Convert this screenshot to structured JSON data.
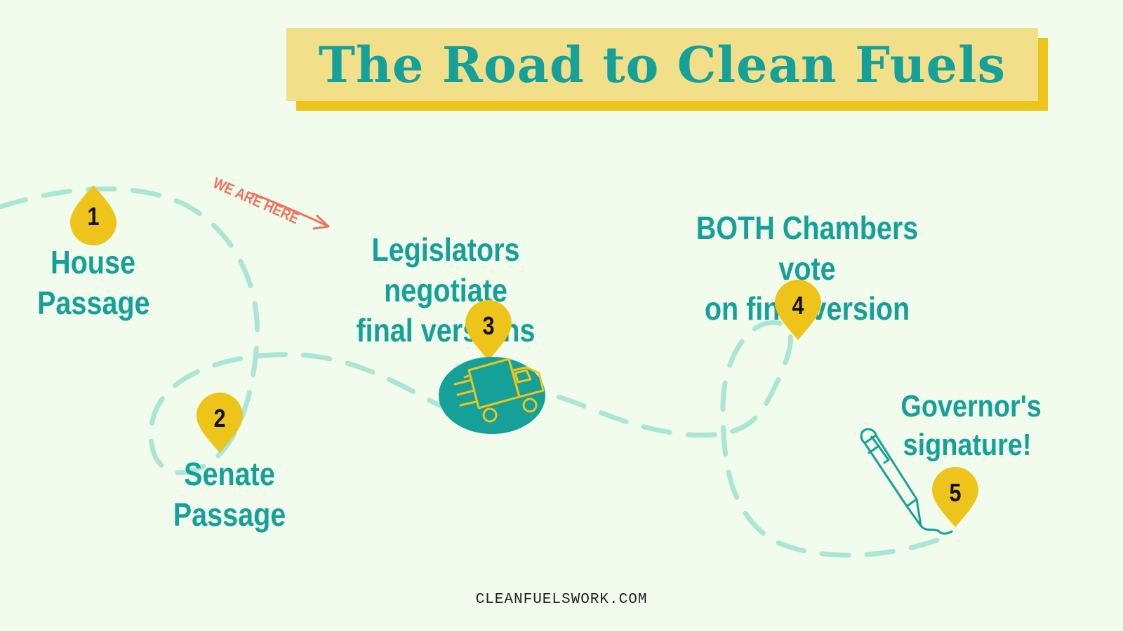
{
  "title": "The Road to Clean Fuels",
  "callout": "WE ARE HERE",
  "footer": "CLEANFUELSWORK.COM",
  "colors": {
    "background": "#f1fcec",
    "teal": "#16a09a",
    "road": "#a9e6d6",
    "yellow": "#efc41a",
    "title_box": "#f1df8a",
    "callout": "#ee7460"
  },
  "icons": [
    "map-pin-icon",
    "delivery-truck-icon",
    "pen-icon",
    "arrow-icon"
  ],
  "steps": [
    {
      "number": "1",
      "line1": "House",
      "line2": "Passage"
    },
    {
      "number": "2",
      "line1": "Senate",
      "line2": "Passage"
    },
    {
      "number": "3",
      "line1": "Legislators negotiate",
      "line2": "final versions"
    },
    {
      "number": "4",
      "line1": "BOTH Chambers vote",
      "line2": "on final version"
    },
    {
      "number": "5",
      "line1": "Governor's",
      "line2": "signature!"
    }
  ]
}
